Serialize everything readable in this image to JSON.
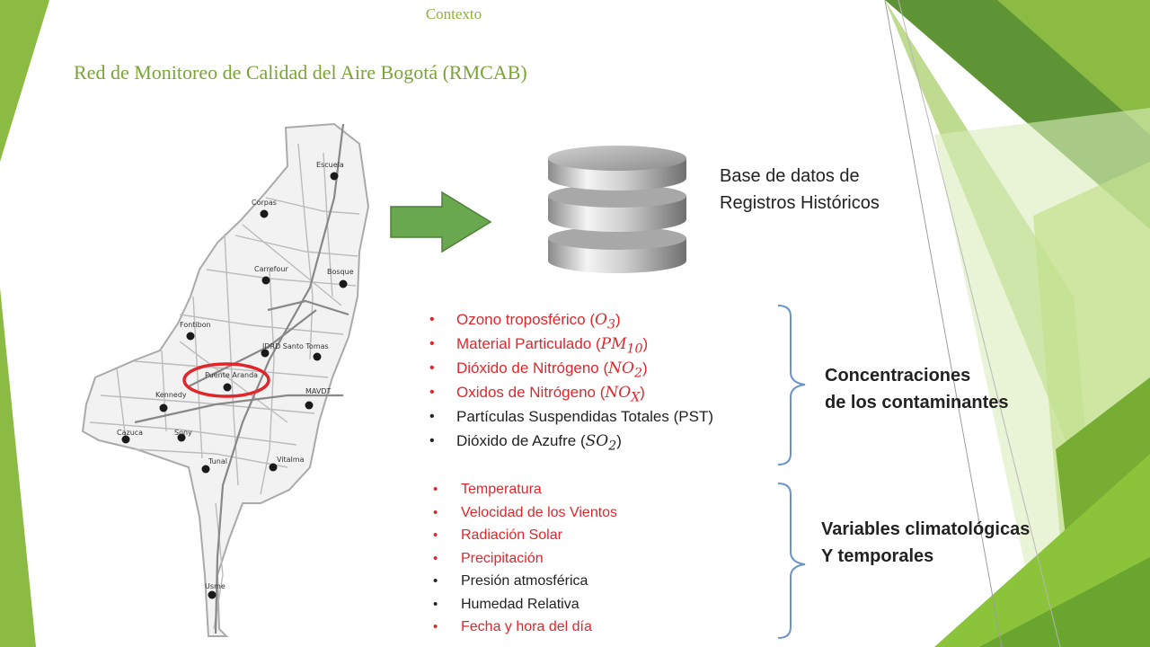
{
  "header": {
    "section_label": "Contexto"
  },
  "slide": {
    "title": "Red de Monitoreo de Calidad del Aire Bogotá (RMCAB)"
  },
  "map": {
    "stations": [
      "Escuela",
      "Corpas",
      "Bosque",
      "Carrefour",
      "Fontibon",
      "IDRD Santo Tomas",
      "Puente Aranda",
      "Kennedy",
      "MAVDT",
      "Cazuca",
      "Sony",
      "Tunal",
      "Vitalma",
      "Usme"
    ]
  },
  "database": {
    "label_line1": "Base de datos de",
    "label_line2": "Registros Históricos"
  },
  "pollutants": {
    "items": [
      {
        "text": "Ozono troposférico (",
        "symbol": "O",
        "sub": "3",
        "close": ")"
      },
      {
        "text": "Material Particulado (",
        "symbol": "PM",
        "sub": "10",
        "close": ")"
      },
      {
        "text": "Dióxido de Nitrógeno (",
        "symbol": "NO",
        "sub": "2",
        "close": ")"
      },
      {
        "text": "Oxidos de Nitrógeno (",
        "symbol": "NO",
        "sub": "X",
        "close": ")"
      },
      {
        "text": "Partículas Suspendidas Totales (PST)"
      },
      {
        "text": "Dióxido de Azufre (",
        "symbol": "SO",
        "sub": "2",
        "close": ")"
      }
    ],
    "group_label_line1": "Concentraciones",
    "group_label_line2": "de los contaminantes"
  },
  "climate": {
    "items": [
      "Temperatura",
      "Velocidad de los Vientos",
      "Radiación Solar",
      "Precipitación",
      "Presión atmosférica",
      "Humedad Relativa",
      "Fecha y hora del día"
    ],
    "group_label_line1": "Variables climatológicas",
    "group_label_line2": "Y temporales"
  },
  "colors": {
    "accent_green": "#7aa338",
    "highlight_red": "#e0262b",
    "arrow_green": "#6aa84f",
    "brace_blue": "#6b93c9"
  }
}
